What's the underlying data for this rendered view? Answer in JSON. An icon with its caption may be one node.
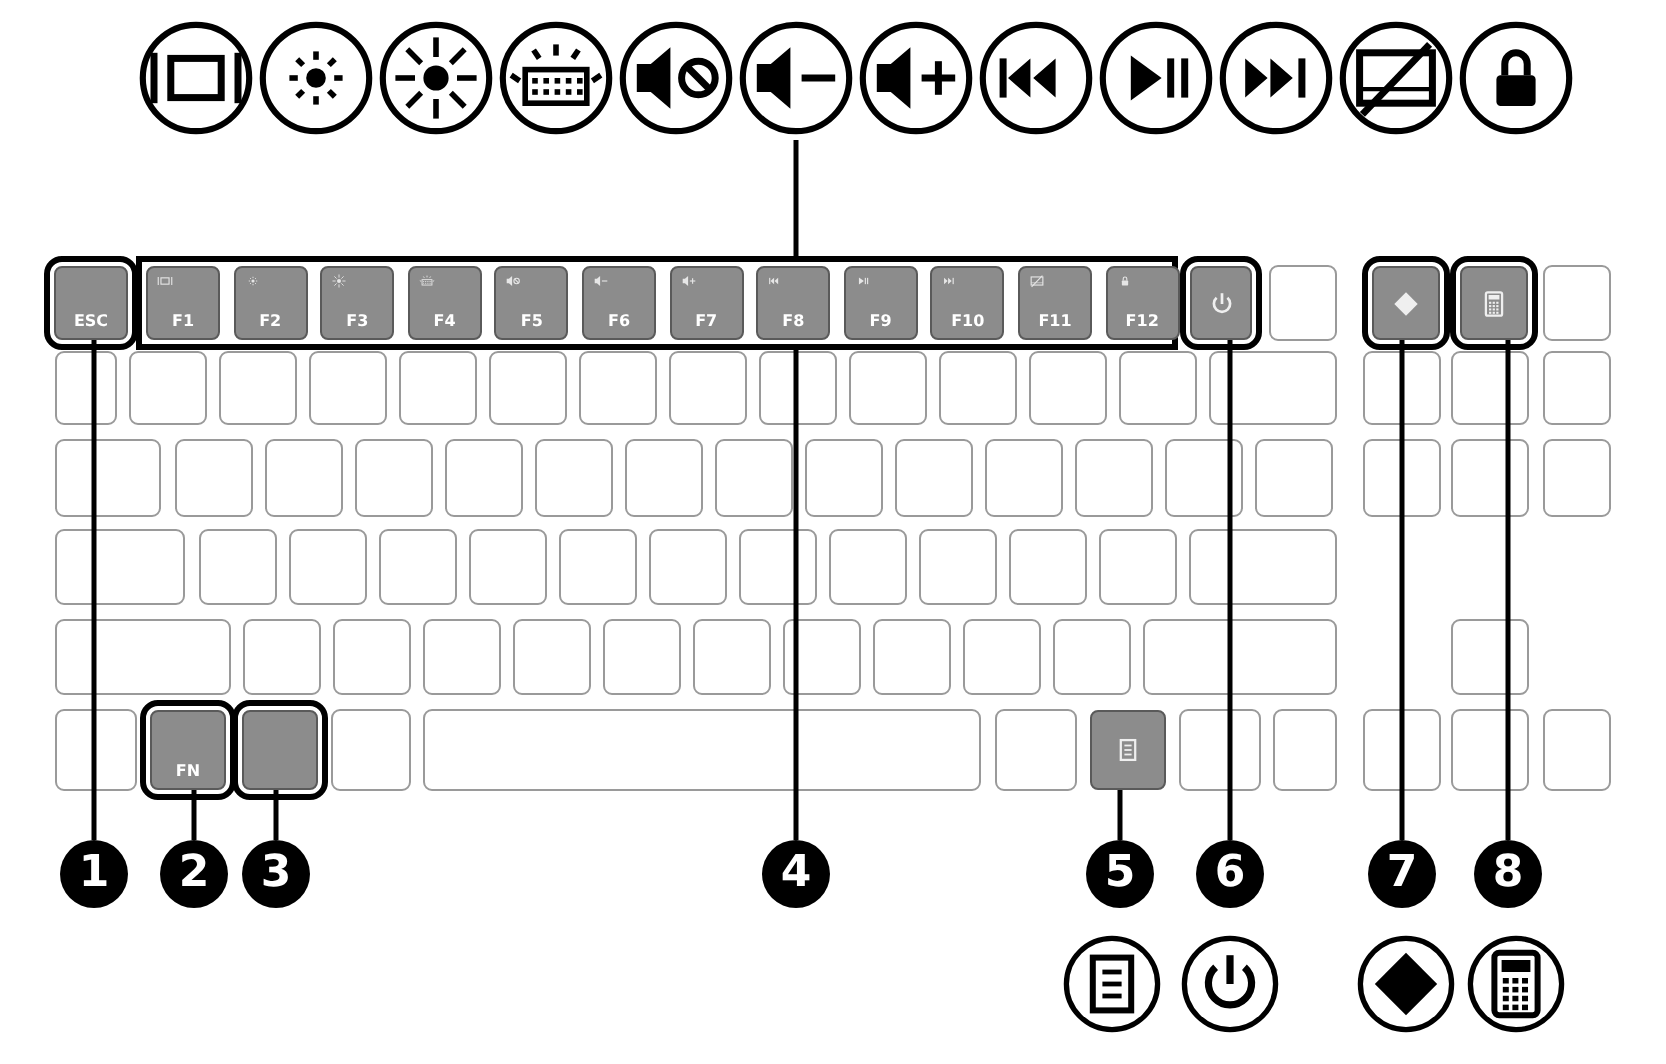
{
  "diagram": {
    "nodes": [
      {
        "text": [
          "ESC"
        ]
      },
      {
        "text": [],
        "shape": "box"
      },
      {
        "text": [
          "F1"
        ],
        "in": 1
      },
      {
        "text": [
          "F2"
        ],
        "in": 1
      },
      {
        "text": [
          "F3"
        ],
        "in": 1
      },
      {
        "text": [
          "F4"
        ],
        "in": 1
      },
      {
        "text": [
          "F5"
        ],
        "in": 1
      },
      {
        "text": [
          "F6"
        ],
        "in": 1
      },
      {
        "text": [
          "F7"
        ],
        "in": 1
      },
      {
        "text": [
          "F8"
        ],
        "in": 1
      },
      {
        "text": [
          "F9"
        ],
        "in": 1
      },
      {
        "text": [
          "F10"
        ],
        "in": 1
      },
      {
        "text": [
          "F11"
        ],
        "in": 1
      },
      {
        "text": [
          "F12"
        ],
        "in": 1
      },
      {
        "text": [],
        "shape": "box"
      },
      {
        "text": [],
        "shape": "box"
      },
      {
        "text": [],
        "shape": "box"
      },
      {
        "text": [
          "FN"
        ]
      },
      {
        "text": [],
        "shape": "box"
      },
      {
        "text": [],
        "shape": "box"
      },
      {
        "text": [],
        "shape": "picture"
      },
      {
        "text": [
          "1"
        ]
      },
      {
        "text": [
          "2"
        ]
      },
      {
        "text": [
          "3"
        ]
      },
      {
        "text": [
          "4"
        ]
      },
      {
        "text": [
          "5"
        ]
      },
      {
        "text": [
          "6"
        ]
      },
      {
        "text": [
          "7"
        ]
      },
      {
        "text": [
          "8"
        ]
      }
    ],
    "edges": [
      {
        "from": 21,
        "to": 0,
        "arrow": "none"
      },
      {
        "from": 22,
        "to": 17,
        "arrow": "none"
      },
      {
        "from": 23,
        "to": 18,
        "arrow": "none"
      },
      {
        "from": 24,
        "to": 1,
        "arrow": "none"
      },
      {
        "from": 1,
        "to": 20,
        "arrow": "none"
      },
      {
        "from": 25,
        "to": 19,
        "arrow": "none"
      },
      {
        "from": 26,
        "to": 14,
        "arrow": "none"
      },
      {
        "from": 27,
        "to": 15,
        "arrow": "none"
      },
      {
        "from": 28,
        "to": 16,
        "arrow": "none"
      }
    ]
  }
}
